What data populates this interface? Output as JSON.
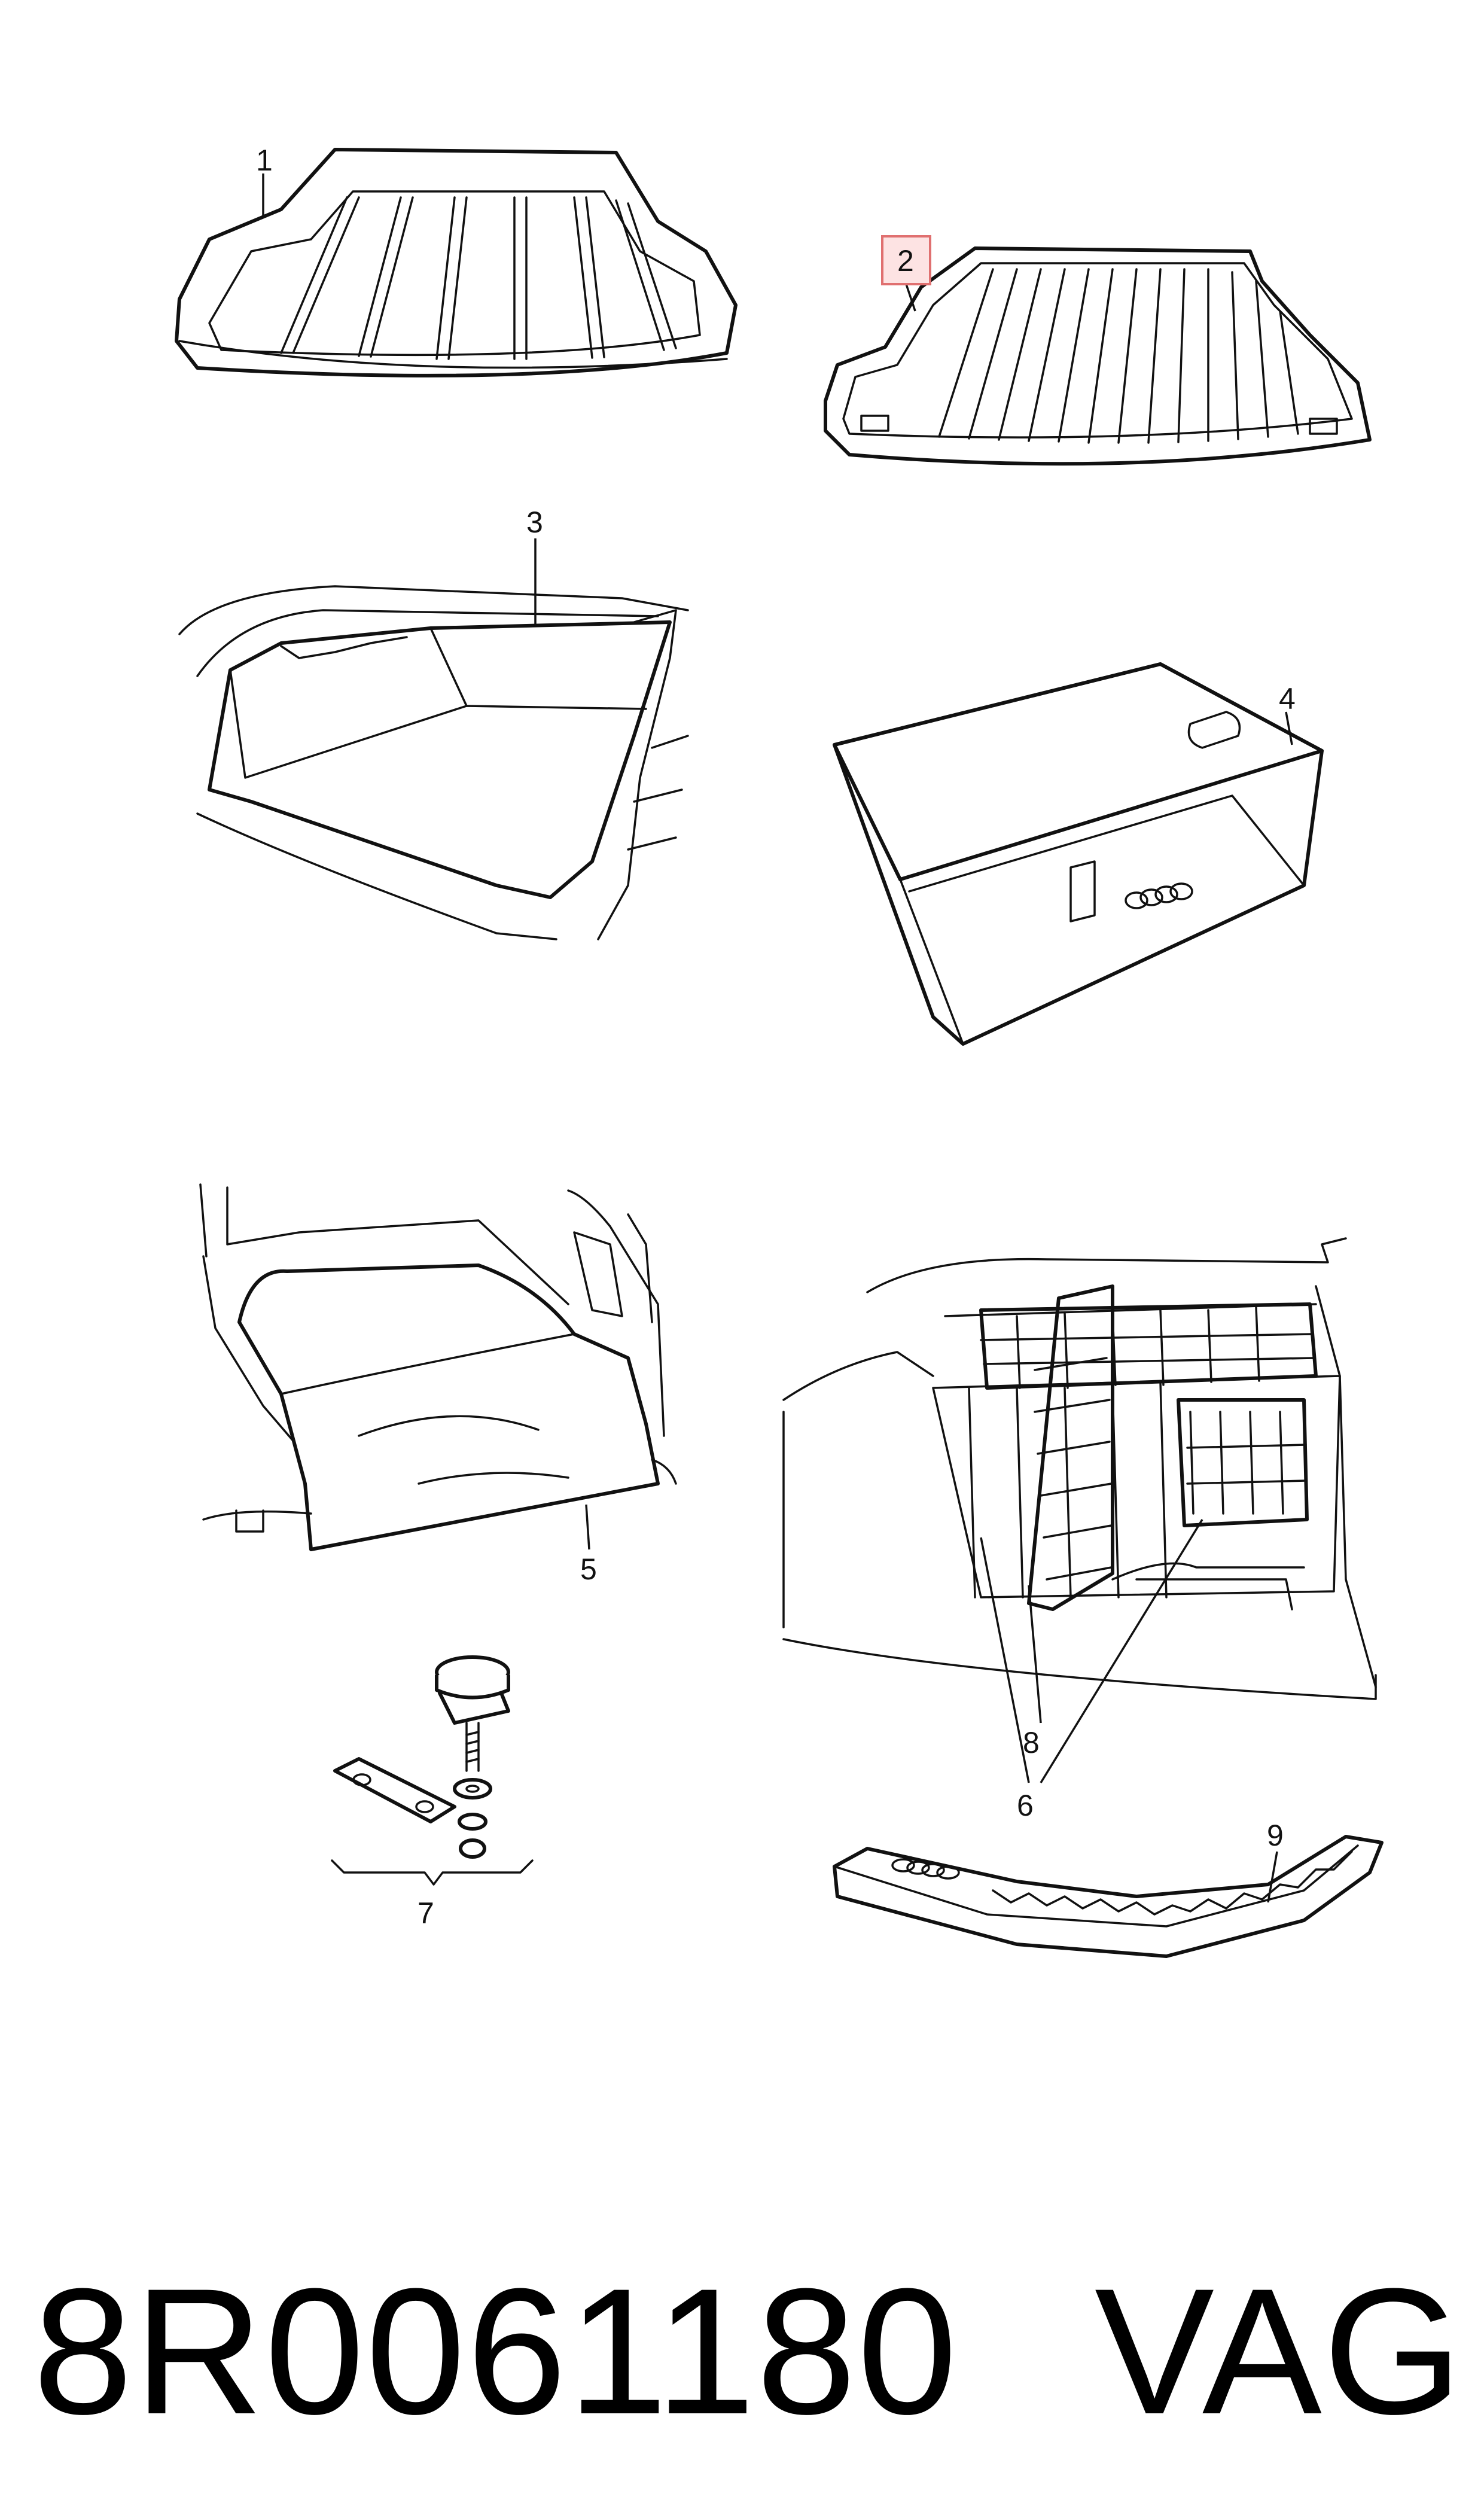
{
  "callouts": {
    "c1": "1",
    "c2": "2",
    "c3": "3",
    "c4": "4",
    "c5": "5",
    "c6": "6",
    "c7": "7",
    "c8": "8",
    "c9": "9"
  },
  "highlighted_callout": "2",
  "highlight_color": "#fde3e3",
  "footer": {
    "part_number": "8R0061180",
    "brand": "VAG"
  }
}
